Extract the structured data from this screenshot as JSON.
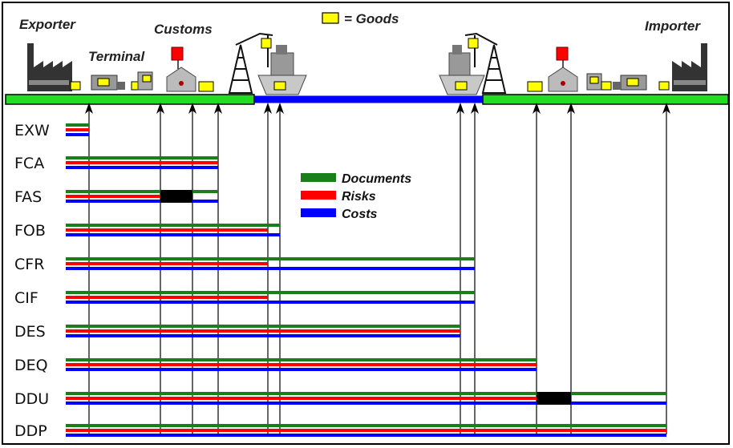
{
  "headers": {
    "exporter": "Exporter",
    "terminal": "Terminal",
    "customs": "Customs",
    "importer": "Importer",
    "goods_legend": "= Goods"
  },
  "legend": {
    "documents": "Documents",
    "risks": "Risks",
    "costs": "Costs"
  },
  "colors": {
    "documents": "#1a7f1a",
    "risks": "#ff0000",
    "costs": "#0000ff",
    "land_route": "#22dd22",
    "sea_route": "#0000ff",
    "goods": "#ffff00",
    "customs_flag": "#ff0000",
    "hatch_block": "#000000"
  },
  "icons": [
    "factory-icon",
    "truck-icon",
    "customs-house-icon",
    "crane-icon",
    "ship-icon",
    "goods-icon"
  ],
  "terms": [
    {
      "code": "EXW"
    },
    {
      "code": "FCA"
    },
    {
      "code": "FAS"
    },
    {
      "code": "FOB"
    },
    {
      "code": "CFR"
    },
    {
      "code": "CIF"
    },
    {
      "code": "DES"
    },
    {
      "code": "DEQ"
    },
    {
      "code": "DDU"
    },
    {
      "code": "DDP"
    }
  ]
}
